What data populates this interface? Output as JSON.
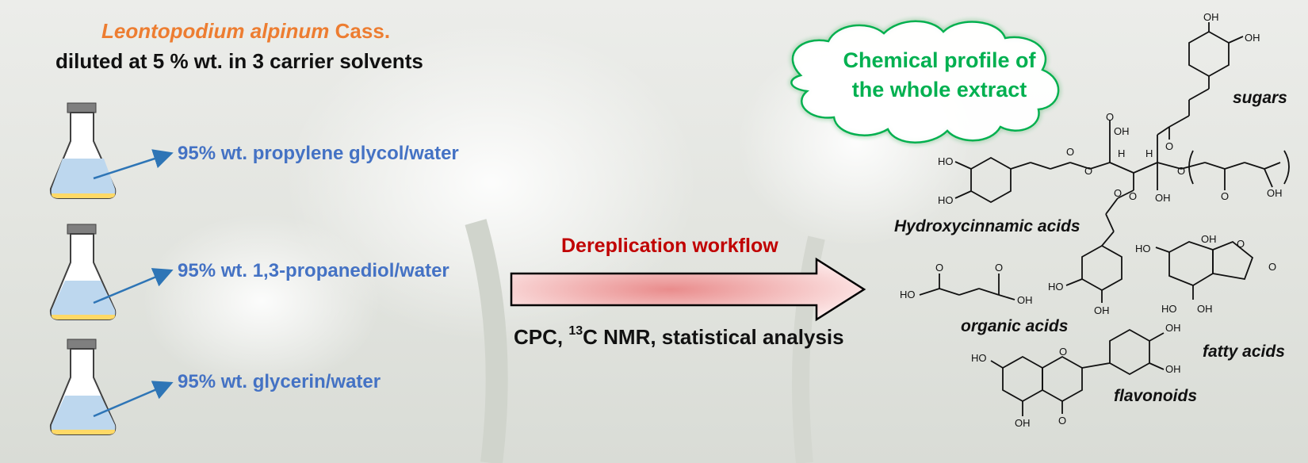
{
  "header": {
    "species_italic": "Leontopodium alpinum",
    "species_author": "Cass.",
    "description": "diluted at 5 % wt. in 3 carrier solvents"
  },
  "solvents": [
    "95% wt. propylene glycol/water",
    "95% wt. 1,3-propanediol/water",
    "95% wt. glycerin/water"
  ],
  "workflow": {
    "title": "Dereplication workflow",
    "methods_pre": "CPC, ",
    "methods_sup": "13",
    "methods_post": "C NMR, statistical analysis"
  },
  "cloud": {
    "line1": "Chemical profile of",
    "line2": "the whole extract"
  },
  "compound_classes": {
    "sugars": "sugars",
    "hydroxycinnamic": "Hydroxycinnamic acids",
    "organic": "organic acids",
    "fatty": "fatty acids",
    "flavonoids": "flavonoids"
  },
  "atom_labels": {
    "oh": "OH",
    "ho": "HO",
    "o": "O",
    "h": "H"
  },
  "colors": {
    "solvent_text": "#4472c4",
    "species": "#ed7d31",
    "workflow": "#c00000",
    "cloud": "#00b050",
    "arrow_fill": "#f4b0b0"
  }
}
